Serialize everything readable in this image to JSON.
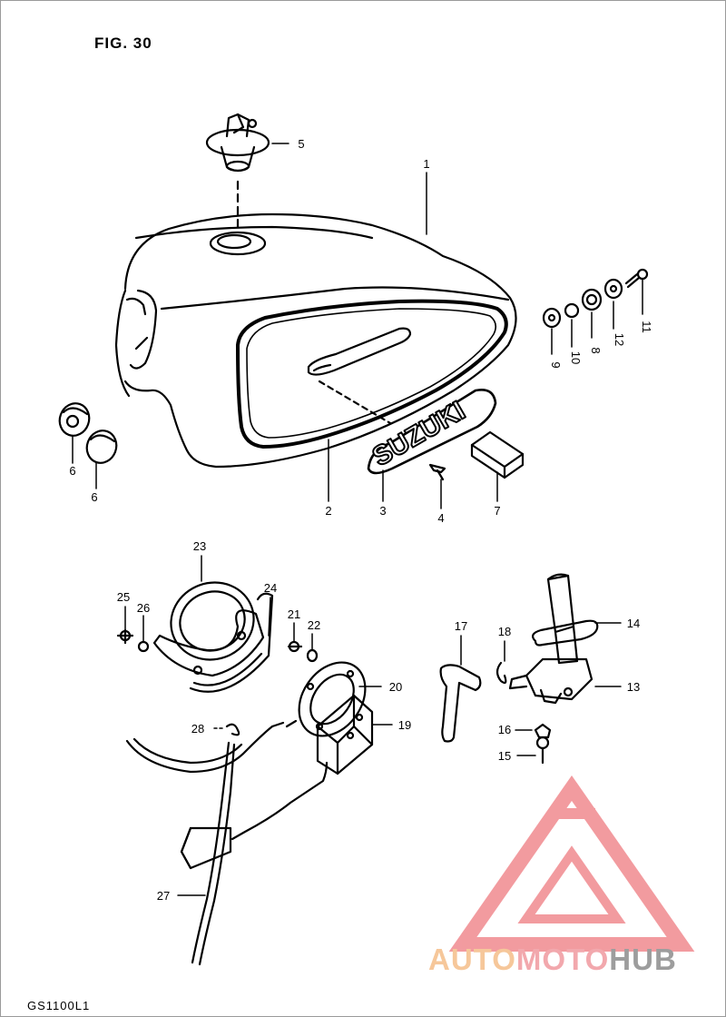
{
  "figure": {
    "title": "FIG. 30",
    "model_code": "GS1100L1"
  },
  "part_labels": [
    "1",
    "2",
    "3",
    "4",
    "5",
    "6",
    "6",
    "7",
    "8",
    "9",
    "10",
    "11",
    "12",
    "13",
    "14",
    "15",
    "16",
    "17",
    "18",
    "19",
    "20",
    "21",
    "22",
    "23",
    "24",
    "25",
    "26",
    "27",
    "28"
  ],
  "emblem_text": "SUZUKI",
  "watermark": {
    "part1": "AUTO",
    "part2": "MOTO",
    "part3": "HUB"
  },
  "colors": {
    "line": "#000000",
    "watermark_auto": "#f6c79a",
    "watermark_moto": "#f2a8ad",
    "watermark_hub": "#9d9d9d",
    "watermark_logo": "#f08a8f"
  }
}
